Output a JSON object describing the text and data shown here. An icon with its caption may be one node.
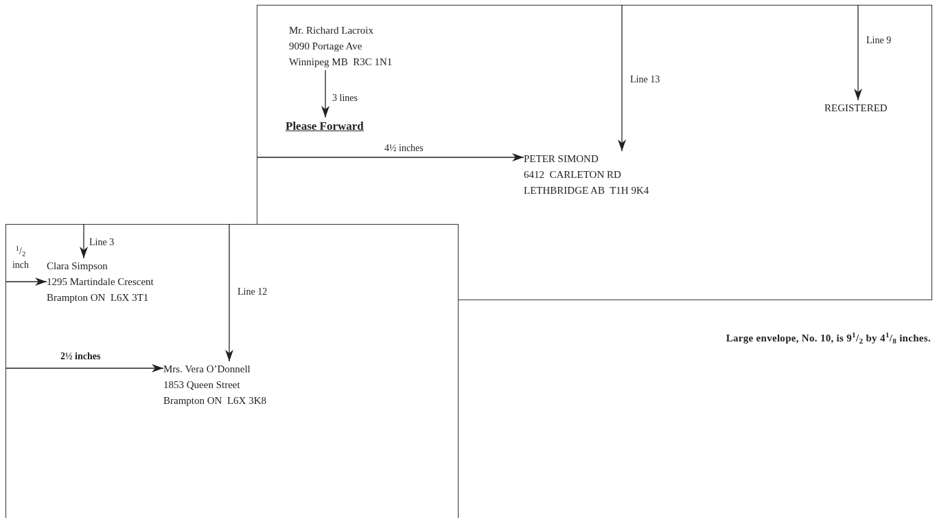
{
  "diagram": {
    "caption": "Large envelope, No. 10, is 9$^{1}$/$_{2}$ by 4$^{1}$/$_{8}$ inches.",
    "nodes": [
      {
        "text": [],
        "shape": "box"
      },
      {
        "text": [
          "Mr. Richard Lacroix",
          "9090 Portage Ave",
          "Winnipeg MB  R3C 1N1"
        ],
        "in": 0
      },
      {
        "text": [
          "Please Forward"
        ],
        "in": 0
      },
      {
        "text": [
          "PETER SIMOND",
          "6412  CARLETON RD",
          "LETHBRIDGE AB  T1H 9K4"
        ],
        "in": 0
      },
      {
        "text": [
          "REGISTERED"
        ],
        "in": 0
      },
      {
        "text": [],
        "shape": "box"
      },
      {
        "text": [
          "Clara Simpson",
          "1295 Martindale Crescent",
          "Brampton ON  L6X 3T1"
        ],
        "in": 5
      },
      {
        "text": [
          "Mrs. Vera O’Donnell",
          "1853 Queen Street",
          "Brampton ON  L6X 3K8"
        ],
        "in": 5
      }
    ],
    "edges": [
      {
        "from": 0,
        "to": 4,
        "arrow": "to",
        "label": "Line 9"
      },
      {
        "from": 1,
        "to": 2,
        "arrow": "to",
        "label": "3 lines"
      },
      {
        "from": 0,
        "to": 3,
        "arrow": "to",
        "label": "Line 13"
      },
      {
        "from": 0,
        "to": 3,
        "arrow": "to",
        "label": "4½ inches"
      },
      {
        "from": 5,
        "to": 6,
        "arrow": "to",
        "label": "Line 3"
      },
      {
        "from": 5,
        "to": 6,
        "arrow": "to",
        "label": "$^{1}$/$_{2}$ inch"
      },
      {
        "from": 5,
        "to": 7,
        "arrow": "to",
        "label": "Line 12"
      },
      {
        "from": 5,
        "to": 7,
        "arrow": "to",
        "label": "2½ inches"
      }
    ]
  }
}
